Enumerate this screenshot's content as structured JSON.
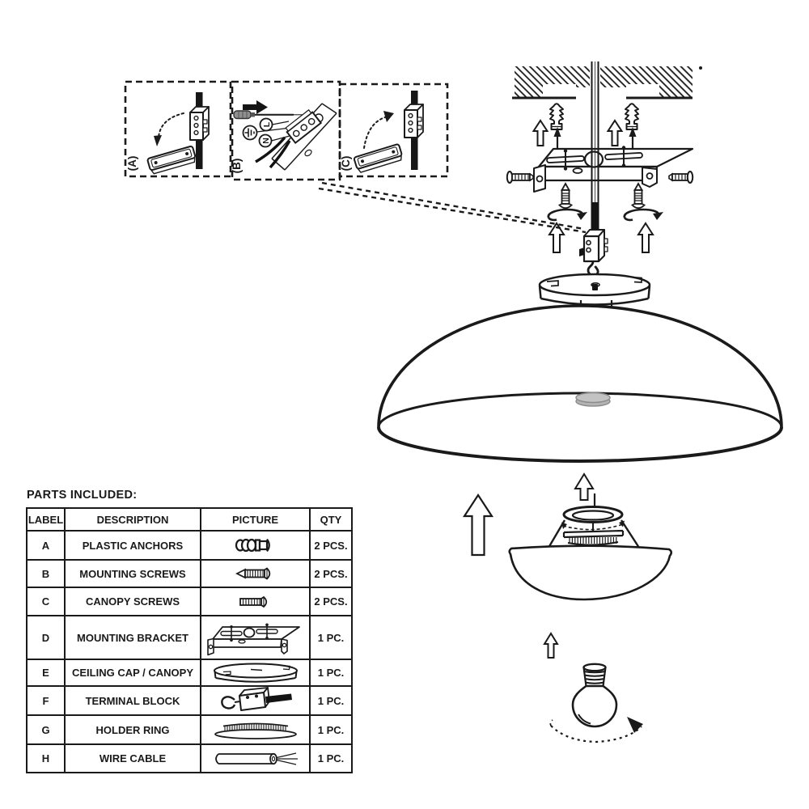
{
  "title": "PARTS INCLUDED:",
  "table": {
    "headers": [
      "LABEL",
      "DESCRIPTION",
      "PICTURE",
      "QTY"
    ],
    "rows": [
      {
        "label": "A",
        "description": "PLASTIC ANCHORS",
        "qty": "2 PCS.",
        "icon": "plastic-anchor"
      },
      {
        "label": "B",
        "description": "MOUNTING SCREWS",
        "qty": "2 PCS.",
        "icon": "mounting-screw"
      },
      {
        "label": "C",
        "description": "CANOPY SCREWS",
        "qty": "2 PCS.",
        "icon": "canopy-screw"
      },
      {
        "label": "D",
        "description": "MOUNTING BRACKET",
        "qty": "1 PC.",
        "icon": "mounting-bracket"
      },
      {
        "label": "E",
        "description": "CEILING CAP / CANOPY",
        "qty": "1 PC.",
        "icon": "ceiling-cap"
      },
      {
        "label": "F",
        "description": "TERMINAL BLOCK",
        "qty": "1 PC.",
        "icon": "terminal-block"
      },
      {
        "label": "G",
        "description": "HOLDER RING",
        "qty": "1 PC.",
        "icon": "holder-ring"
      },
      {
        "label": "H",
        "description": "WIRE CABLE",
        "qty": "1 PC.",
        "icon": "wire-cable"
      }
    ]
  },
  "steps": {
    "a": "(A)",
    "b": "(B)",
    "c": "(C)"
  },
  "wiring": {
    "live": "L",
    "neutral": "N",
    "earth_icon": "earth-ground-symbol"
  },
  "colors": {
    "line": "#1a1a1a",
    "gray_ring": "#b4b4b4",
    "handle_gray": "#8f8f8f"
  }
}
